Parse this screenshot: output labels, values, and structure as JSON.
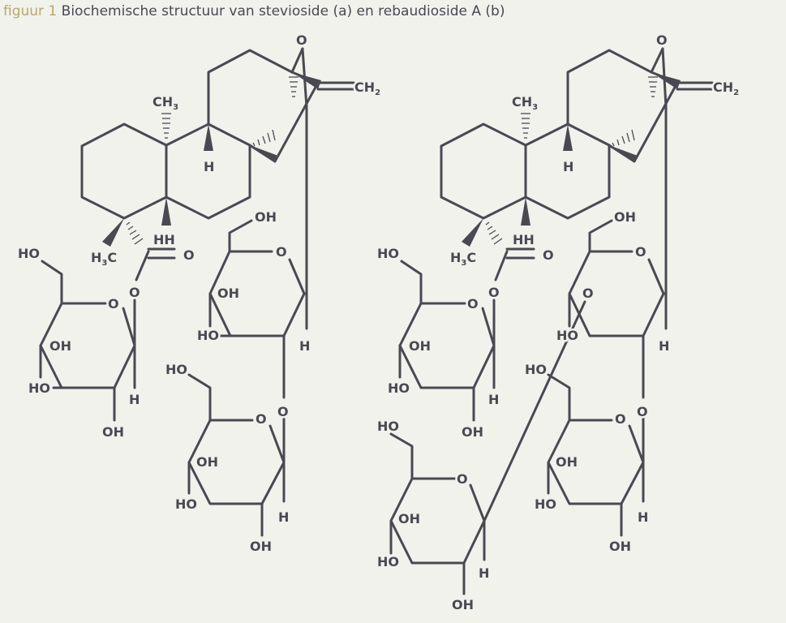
{
  "caption": {
    "lead": "figuur 1",
    "text": "Biochemische structuur van stevioside (a) en rebaudioside A (b)"
  },
  "colors": {
    "ink": "#4a4952",
    "lead": "#b9a86a",
    "background": "#f1f2ec"
  },
  "labels": {
    "O": "O",
    "H": "H",
    "HH": "HH",
    "OH": "OH",
    "HO": "HO",
    "CH": "CH",
    "C": "C",
    "two": "2",
    "three": "3"
  }
}
